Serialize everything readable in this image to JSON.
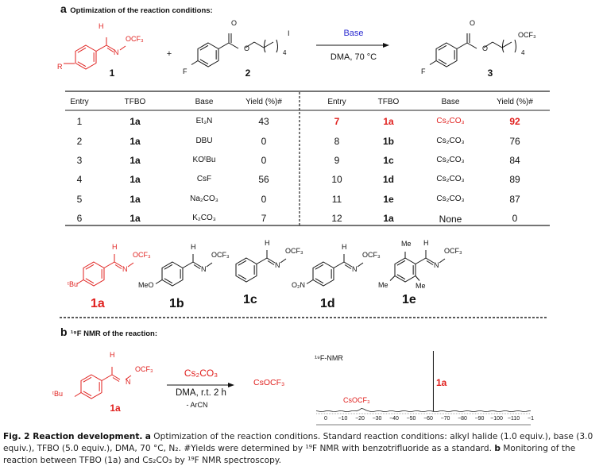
{
  "section_a": {
    "letter": "a",
    "title": "Optimization of the reaction conditions:",
    "compound1": {
      "h": "H",
      "n": "N",
      "ocf3": "OCF₃",
      "r": "R",
      "label": "1"
    },
    "plus": "+",
    "compound2": {
      "o": "O",
      "o_ester": "O",
      "n4": "4",
      "i": "I",
      "f": "F",
      "label": "2"
    },
    "conditions_above": "Base",
    "conditions_below": "DMA, 70 °C",
    "compound3": {
      "o": "O",
      "o_ester": "O",
      "n4": "4",
      "ocf3": "OCF₃",
      "f": "F",
      "label": "3"
    },
    "colors": {
      "highlight": "#e0201e",
      "base": "#2a2ad0"
    }
  },
  "table": {
    "headers": [
      "Entry",
      "TFBO",
      "Base",
      "Yield (%)#"
    ],
    "left_rows": [
      {
        "entry": "1",
        "tfbo": "1a",
        "base": "Et₃N",
        "yield": "43"
      },
      {
        "entry": "2",
        "tfbo": "1a",
        "base": "DBU",
        "yield": "0"
      },
      {
        "entry": "3",
        "tfbo": "1a",
        "base": "KOᵗBu",
        "yield": "0"
      },
      {
        "entry": "4",
        "tfbo": "1a",
        "base": "CsF",
        "yield": "56"
      },
      {
        "entry": "5",
        "tfbo": "1a",
        "base": "Na₂CO₃",
        "yield": "0"
      },
      {
        "entry": "6",
        "tfbo": "1a",
        "base": "K₂CO₃",
        "yield": "7"
      }
    ],
    "right_rows": [
      {
        "entry": "7",
        "tfbo": "1a",
        "base": "Cs₂CO₃",
        "yield": "92",
        "highlight": true
      },
      {
        "entry": "8",
        "tfbo": "1b",
        "base": "Cs₂CO₃",
        "yield": "76"
      },
      {
        "entry": "9",
        "tfbo": "1c",
        "base": "Cs₂CO₃",
        "yield": "84"
      },
      {
        "entry": "10",
        "tfbo": "1d",
        "base": "Cs₂CO₃",
        "yield": "89"
      },
      {
        "entry": "11",
        "tfbo": "1e",
        "base": "Cs₂CO₃",
        "yield": "87"
      },
      {
        "entry": "12",
        "tfbo": "1a",
        "base": "None",
        "yield": "0"
      }
    ]
  },
  "reagents": [
    {
      "label": "1a",
      "substituent": "ᵗBu",
      "h": "H",
      "n": "N",
      "ocf3": "OCF₃"
    },
    {
      "label": "1b",
      "substituent": "MeO",
      "h": "H",
      "n": "N",
      "ocf3": "OCF₃"
    },
    {
      "label": "1c",
      "substituent": "",
      "h": "H",
      "n": "N",
      "ocf3": "OCF₃"
    },
    {
      "label": "1d",
      "substituent": "O₂N",
      "h": "H",
      "n": "N",
      "ocf3": "OCF₃"
    },
    {
      "label": "1e",
      "substituent": "Me",
      "me_top": "Me",
      "me_bottom": "Me",
      "h": "H",
      "n": "N",
      "ocf3": "OCF₃"
    }
  ],
  "section_b": {
    "letter": "b",
    "title": "¹⁹F NMR of the reaction:",
    "reactant": {
      "label": "1a",
      "substituent": "ᵗBu",
      "h": "H",
      "n": "N",
      "ocf3": "OCF₃"
    },
    "conditions_above": "Cs₂CO₃",
    "conditions_below": "DMA, r.t. 2 h",
    "byproduct": "- ArCN",
    "product": "CsOCF₃",
    "nmr": {
      "title": "¹⁹F-NMR",
      "peak_labels": [
        {
          "text": "1a",
          "ppm": -63
        },
        {
          "text": "CsOCF₃",
          "ppm": -21
        }
      ],
      "axis_ticks": [
        "0",
        "−10",
        "−20",
        "−30",
        "−40",
        "−50",
        "−60",
        "−70",
        "−80",
        "−90",
        "−100",
        "−110",
        "−1"
      ]
    }
  },
  "caption": {
    "fig": "Fig. 2 Reaction development.",
    "a_letter": "a",
    "a_text": " Optimization of the reaction conditions. Standard reaction conditions: alkyl halide (1.0 equiv.), base (3.0 equiv.), TFBO (5.0 equiv.), DMA, 70 °C, N₂. #Yields were determined by ¹⁹F NMR with benzotrifluoride as a standard. ",
    "b_letter": "b",
    "b_text": " Monitoring of the reaction between TFBO (1a) and Cs₂CO₃ by ¹⁹F NMR spectroscopy."
  }
}
